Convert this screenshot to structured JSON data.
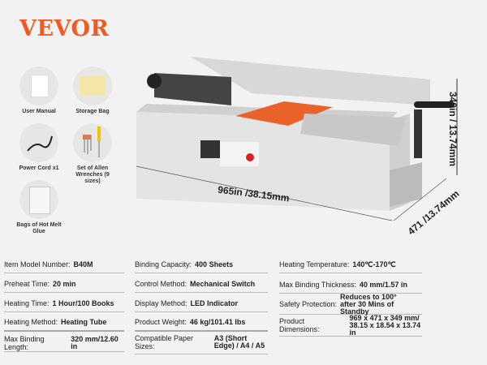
{
  "brand": "VEVOR",
  "accessories": [
    {
      "label": "User Manual",
      "icon": "manual-icon"
    },
    {
      "label": "Storage Bag",
      "icon": "bag-icon"
    },
    {
      "label": "Power Cord x1",
      "icon": "power-cord-icon"
    },
    {
      "label": "Set of Allen Wrenches (9 sizes)",
      "icon": "allen-wrench-icon"
    },
    {
      "label": "Bags of Hot Melt Glue",
      "icon": "glue-bag-icon"
    }
  ],
  "dimensions": {
    "length": "965in /38.15mm",
    "height": "349in / 13.74mm",
    "depth": "471 /13.74mm"
  },
  "specs": [
    [
      {
        "k": "Item Model Number:",
        "v": "B40M"
      },
      {
        "k": "Preheat Time:",
        "v": "20 min"
      },
      {
        "k": "Heating Time:",
        "v": "1 Hour/100 Books"
      },
      {
        "k": "Heating Method:",
        "v": "Heating Tube"
      },
      {
        "k": "Max Binding Length:",
        "v": "320 mm/12.60 in"
      }
    ],
    [
      {
        "k": "Binding Capacity:",
        "v": "400 Sheets"
      },
      {
        "k": "Control Method:",
        "v": "Mechanical Switch"
      },
      {
        "k": "Display Method:",
        "v": "LED Indicator"
      },
      {
        "k": "Product Weight:",
        "v": "46 kg/101.41 lbs"
      },
      {
        "k": "Compatible Paper Sizes:",
        "v": "A3 (Short Edge) / A4 / A5"
      }
    ],
    [
      {
        "k": "Heating Temperature:",
        "v": "140℃-170℃"
      },
      {
        "k": "Max Binding Thickness:",
        "v": "40 mm/1.57 in"
      },
      {
        "k": "Safety Protection:",
        "v": "Reduces to 100° after 30 Mins of Standby"
      },
      {
        "k": "Product Dimensions:",
        "v": "969 x 471 x 349 mm/ 38.15 x 18.54 x 13.74 in"
      }
    ]
  ],
  "colors": {
    "brand": "#f15a22",
    "plate": "#e8622a"
  }
}
